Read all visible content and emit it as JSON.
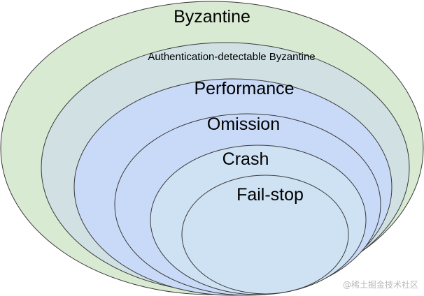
{
  "layers": [
    {
      "label": "Byzantine",
      "fill": "#d9ead3"
    },
    {
      "label": "Authentication-detectable Byzantine",
      "fill": "#d0e0e3"
    },
    {
      "label": "Performance",
      "fill": "#c9daf8"
    },
    {
      "label": "Omission",
      "fill": "#c9daf8"
    },
    {
      "label": "Crash",
      "fill": "#cfe2f3"
    },
    {
      "label": "Fail-stop",
      "fill": "#cfe2f3"
    }
  ],
  "watermark": "@稀土掘金技术社区",
  "outline_color": "#3a3a3a"
}
